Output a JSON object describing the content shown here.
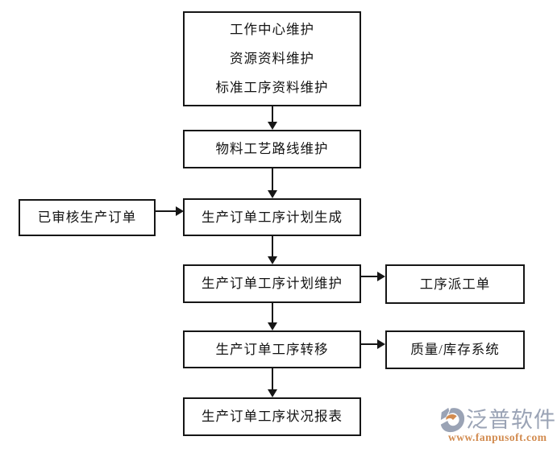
{
  "flowchart": {
    "nodes": {
      "master_data": {
        "lines": [
          "工作中心维护",
          "资源资料维护",
          "标准工序资料维护"
        ]
      },
      "routing_maintain": {
        "label": "物料工艺路线维护"
      },
      "approved_order": {
        "label": "已审核生产订单"
      },
      "plan_generate": {
        "label": "生产订单工序计划生成"
      },
      "plan_maintain": {
        "label": "生产订单工序计划维护"
      },
      "dispatch_ticket": {
        "label": "工序派工单"
      },
      "process_transfer": {
        "label": "生产订单工序转移"
      },
      "quality_inventory": {
        "label": "质量/库存系统"
      },
      "status_report": {
        "label": "生产订单工序状况报表"
      }
    },
    "line_color": "#161616",
    "box_background": "#ffffff"
  },
  "branding": {
    "logo_text": "泛普软件",
    "website": "www.fanpusoft.com",
    "logo_text_color": "#9aa3b5",
    "website_color": "#d28b4f",
    "icon": "fanpu-logo-icon"
  },
  "background_color": "#ffffff"
}
